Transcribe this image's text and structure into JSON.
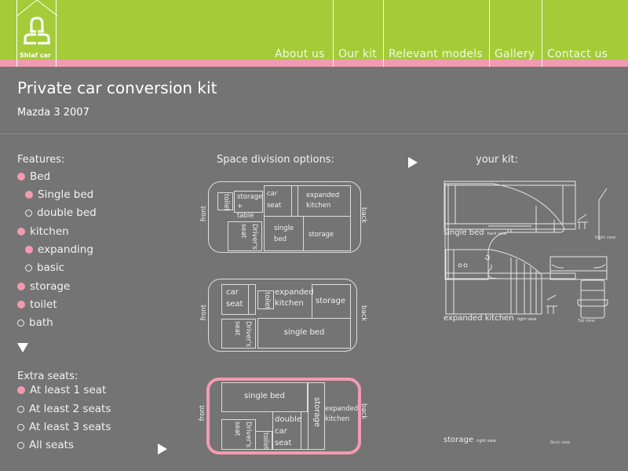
{
  "logo": {
    "name": "Shlaf car"
  },
  "nav": [
    {
      "label": "About us"
    },
    {
      "label": "Our kit"
    },
    {
      "label": "Relevant models"
    },
    {
      "label": "Gallery"
    },
    {
      "label": "Contact us"
    }
  ],
  "page": {
    "title": "Private car conversion kit",
    "subtitle": "Mazda 3 2007"
  },
  "features": {
    "heading": "Features:",
    "items": [
      {
        "label": "Bed",
        "selected": true
      },
      {
        "label": "Single bed",
        "selected": true
      },
      {
        "label": "double bed",
        "selected": false
      },
      {
        "label": "kitchen",
        "selected": true
      },
      {
        "label": "expanding",
        "selected": true
      },
      {
        "label": "basic",
        "selected": false
      },
      {
        "label": "storage",
        "selected": true
      },
      {
        "label": "toilet",
        "selected": true
      },
      {
        "label": "bath",
        "selected": false
      }
    ]
  },
  "extra_seats": {
    "heading": "Extra seats:",
    "items": [
      {
        "label": "At least 1 seat",
        "selected": true
      },
      {
        "label": "At least 2 seats",
        "selected": false
      },
      {
        "label": "At least 3 seats",
        "selected": false
      },
      {
        "label": "All seats",
        "selected": false
      }
    ]
  },
  "space": {
    "heading": "Space division options:",
    "front": "front",
    "back": "back",
    "plan1": {
      "toilet": "toilet",
      "storage_table": "storage + table",
      "car_seat": "car seat",
      "kitchen": "expanded kitchen",
      "driver": "Driver's seat",
      "bed": "single bed",
      "storage": "storage"
    },
    "plan2": {
      "car_seat": "car seat",
      "toilet": "toilet",
      "kitchen": "expanded kitchen",
      "storage": "storage",
      "driver": "Driver's seat",
      "bed": "single bed"
    },
    "plan3": {
      "bed": "single bed",
      "storage": "storage",
      "kitchen": "expanded kitchen",
      "driver": "Driver's seat",
      "toilet": "toilet",
      "double": "double car seat"
    }
  },
  "kit": {
    "heading": "your kit:",
    "single_bed": {
      "label": "single bed",
      "view": "back view",
      "side_view": "Right view"
    },
    "kitchen": {
      "label": "expanded kitchen",
      "view": "right view",
      "top_view": "Top view"
    },
    "storage": {
      "label": "storage",
      "view": "right view",
      "back_view": "Back view"
    }
  },
  "colors": {
    "green": "#a3cc38",
    "pink": "#f29ab1",
    "bg": "#747474"
  }
}
